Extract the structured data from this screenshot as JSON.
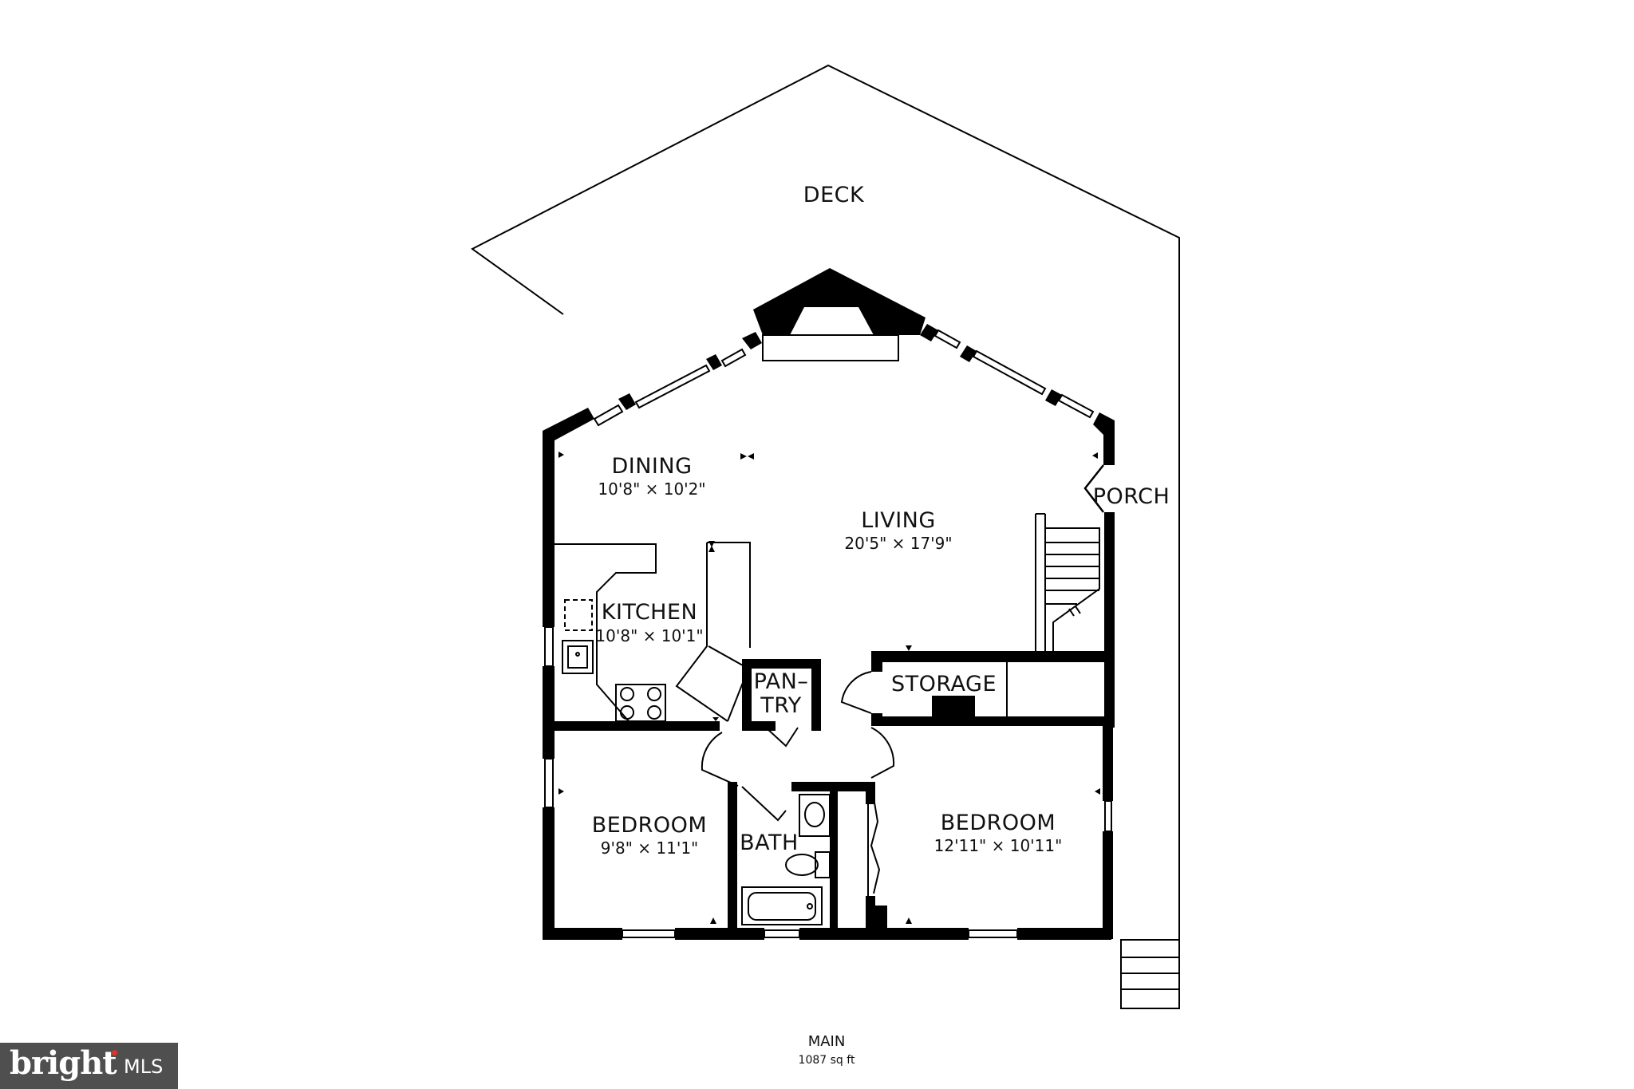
{
  "rooms": {
    "deck": {
      "name": "DECK"
    },
    "dining": {
      "name": "DINING",
      "dims": "10'8\" × 10'2\""
    },
    "living": {
      "name": "LIVING",
      "dims": "20'5\" × 17'9\""
    },
    "porch": {
      "name": "PORCH"
    },
    "kitchen": {
      "name": "KITCHEN",
      "dims": "10'8\" × 10'1\""
    },
    "pantry": {
      "line1": "PAN–",
      "line2": "TRY"
    },
    "storage": {
      "name": "STORAGE"
    },
    "bedroom_left": {
      "name": "BEDROOM",
      "dims": "9'8\" × 11'1\""
    },
    "bath": {
      "name": "BATH"
    },
    "bedroom_right": {
      "name": "BEDROOM",
      "dims": "12'11\" × 10'11\""
    }
  },
  "floor": {
    "name": "MAIN",
    "area": "1087 sq ft"
  },
  "watermark": {
    "brand": "bright",
    "suffix": "MLS",
    "accent_color": "#d9362b"
  }
}
